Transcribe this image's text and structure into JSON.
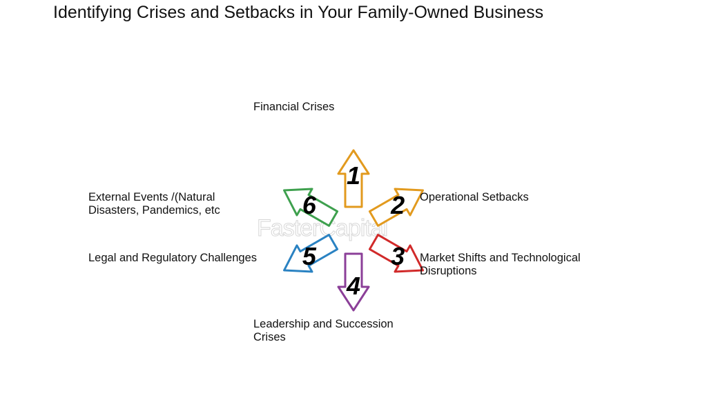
{
  "title": "Identifying Crises and Setbacks in Your Family-Owned Business",
  "watermark": "FasterCapital",
  "items": [
    {
      "number": "1",
      "label": "Financial Crises",
      "color": "#e29a1e",
      "direction_deg": 0
    },
    {
      "number": "2",
      "label": "Operational Setbacks",
      "color": "#e29a1e",
      "direction_deg": 60
    },
    {
      "number": "3",
      "label": "Market Shifts and Technological\nDisruptions",
      "color": "#d12a2a",
      "direction_deg": 120
    },
    {
      "number": "4",
      "label": "Leadership and Succession\nCrises",
      "color": "#8b3f98",
      "direction_deg": 180
    },
    {
      "number": "5",
      "label": "Legal and Regulatory Challenges",
      "color": "#2a82c2",
      "direction_deg": 240
    },
    {
      "number": "6",
      "label": "External Events /(Natural\nDisasters, Pandemics, etc",
      "color": "#3ea04e",
      "direction_deg": 300
    }
  ]
}
